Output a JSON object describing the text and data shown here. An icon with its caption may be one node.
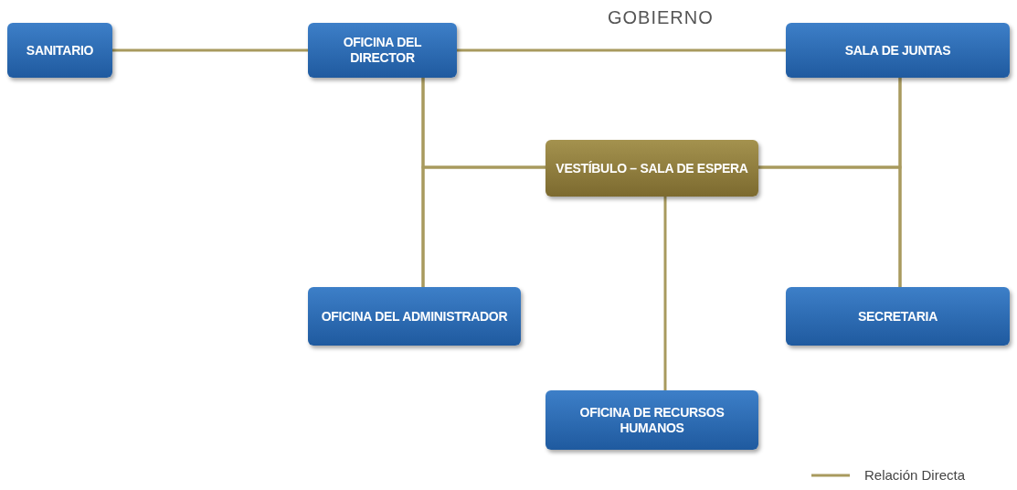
{
  "diagram": {
    "title": "GOBIERNO",
    "nodes": [
      {
        "text": [
          "SANITARIO"
        ]
      },
      {
        "text": [
          "OFICINA DEL DIRECTOR"
        ]
      },
      {
        "text": [
          "SALA DE JUNTAS"
        ]
      },
      {
        "text": [
          "VESTÍBULO – SALA DE ESPERA"
        ]
      },
      {
        "text": [
          "OFICINA DEL ADMINISTRADOR"
        ]
      },
      {
        "text": [
          "SECRETARIA"
        ]
      },
      {
        "text": [
          "OFICINA DE RECURSOS HUMANOS"
        ]
      }
    ],
    "edges": [
      {
        "from": 0,
        "to": 1,
        "arrow": "none"
      },
      {
        "from": 1,
        "to": 2,
        "arrow": "none"
      },
      {
        "from": 1,
        "to": 4,
        "arrow": "none"
      },
      {
        "from": 3,
        "to": 1,
        "arrow": "none"
      },
      {
        "from": 3,
        "to": 4,
        "arrow": "none"
      },
      {
        "from": 2,
        "to": 5,
        "arrow": "none"
      },
      {
        "from": 3,
        "to": 2,
        "arrow": "none"
      },
      {
        "from": 3,
        "to": 5,
        "arrow": "none"
      },
      {
        "from": 3,
        "to": 6,
        "arrow": "none"
      }
    ],
    "legend": [
      {
        "text": "Relación Directa"
      }
    ]
  }
}
